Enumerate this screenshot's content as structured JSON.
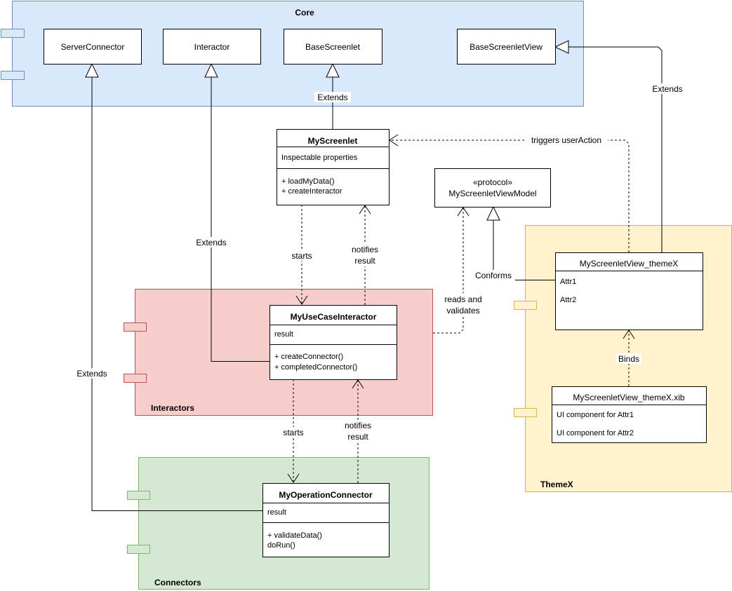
{
  "packages": {
    "core": {
      "title": "Core",
      "fill": "#dae8fc",
      "stroke": "#6c8ebf"
    },
    "interactors": {
      "title": "Interactors",
      "fill": "#f8cecc",
      "stroke": "#b85450"
    },
    "connectors": {
      "title": "Connectors",
      "fill": "#d5e8d4",
      "stroke": "#82b366"
    },
    "themex": {
      "title": "ThemeX",
      "fill": "#fff2cc",
      "stroke": "#d6b656"
    }
  },
  "classes": {
    "server_connector": "ServerConnector",
    "interactor": "Interactor",
    "base_screenlet": "BaseScreenlet",
    "base_screenlet_view": "BaseScreenletView",
    "my_screenlet": {
      "name": "MyScreenlet",
      "attrs": [
        "Inspectable properties"
      ],
      "methods": [
        "+ loadMyData()",
        "+ createInteractor"
      ]
    },
    "protocol": {
      "stereotype": "«protocol»",
      "name": "MyScreenletViewModel"
    },
    "my_use_case_interactor": {
      "name": "MyUseCaseInteractor",
      "attrs": [
        "result"
      ],
      "methods": [
        "+ createConnector()",
        "+ completedConnector()"
      ]
    },
    "my_operation_connector": {
      "name": "MyOperationConnector",
      "attrs": [
        "result"
      ],
      "methods": [
        "+ validateData()",
        "doRun()"
      ]
    },
    "view_themex": {
      "name": "MyScreenletView_themeX",
      "attrs": [
        "Attr1",
        "Attr2"
      ]
    },
    "view_xib": {
      "name": "MyScreenletView_themeX.xib",
      "attrs": [
        "UI component for Attr1",
        "UI component for Attr2"
      ]
    }
  },
  "edges": {
    "extends_base_screenlet": "Extends",
    "extends_base_view": "Extends",
    "extends_interactor": "Extends",
    "extends_server_connector": "Extends",
    "triggers": "triggers userAction",
    "starts_1": "starts",
    "notifies_1": [
      "notifies",
      "result"
    ],
    "reads": [
      "reads and",
      "validates"
    ],
    "conforms": "Conforms",
    "starts_2": "starts",
    "notifies_2": [
      "notifies",
      "result"
    ],
    "binds": "Binds"
  }
}
